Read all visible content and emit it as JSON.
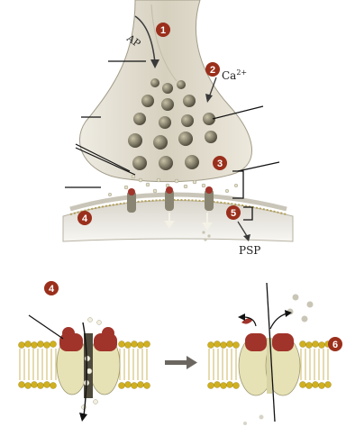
{
  "labels": {
    "ap": "AP",
    "ca": "Ca",
    "ca_charge": "2+",
    "psp": "PSP"
  },
  "steps": [
    "1",
    "2",
    "3",
    "4",
    "5",
    "4",
    "6"
  ],
  "colors": {
    "terminal": "#d9d4c4",
    "membrane_head": "#d0b020",
    "marker": "#9a2f1c",
    "channel": "#e7e2b6",
    "receptor": "#a0342a"
  }
}
